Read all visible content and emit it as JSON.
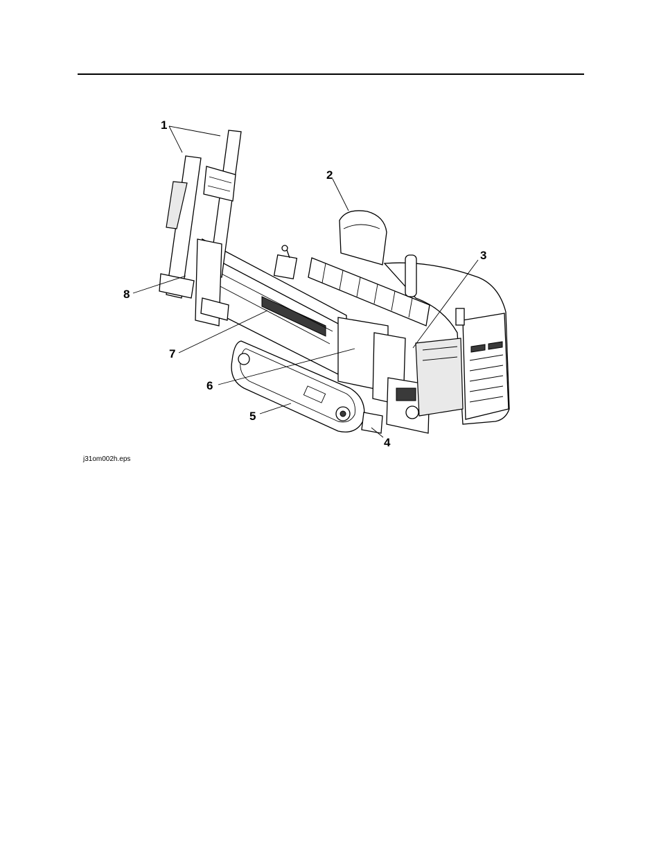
{
  "figure": {
    "callouts": [
      "1",
      "2",
      "3",
      "4",
      "5",
      "6",
      "7",
      "8"
    ],
    "caption": "j31om002h.eps"
  }
}
